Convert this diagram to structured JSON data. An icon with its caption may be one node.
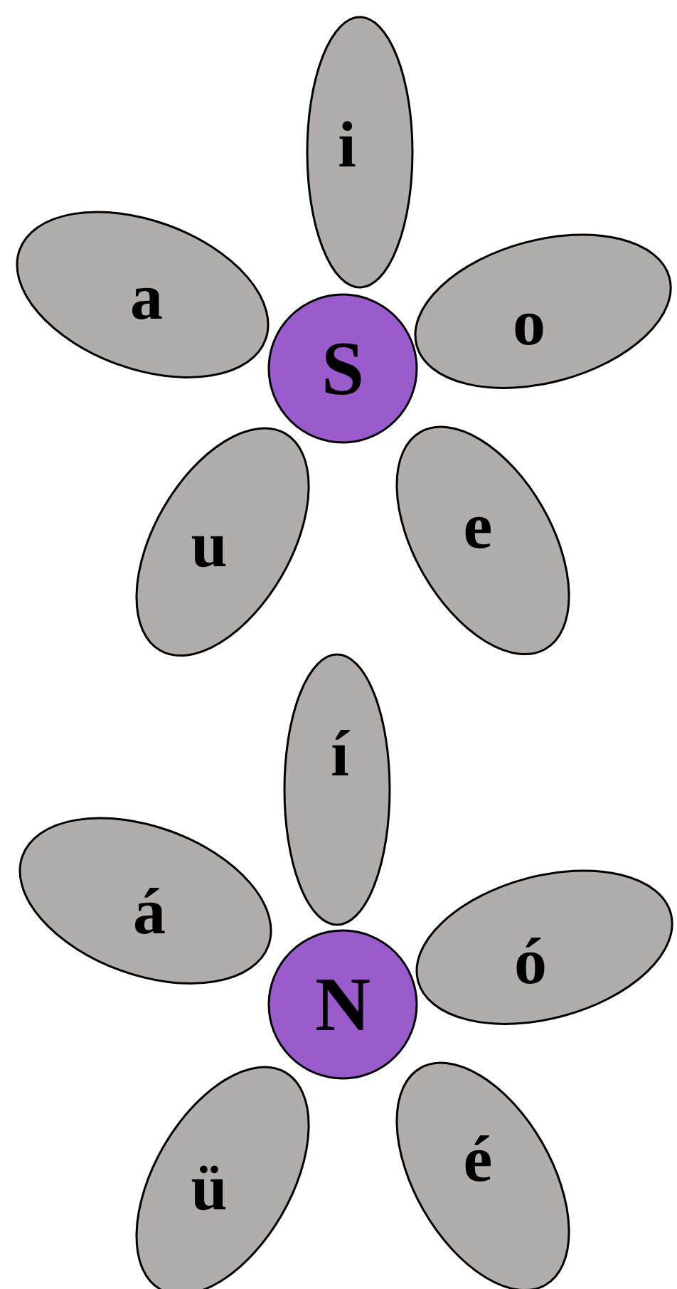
{
  "diagram": {
    "nodes": [
      {
        "text": [
          "i"
        ]
      },
      {
        "text": [
          "a"
        ]
      },
      {
        "text": [
          "o"
        ]
      },
      {
        "text": [
          "S"
        ]
      },
      {
        "text": [
          "u"
        ]
      },
      {
        "text": [
          "e"
        ]
      },
      {
        "text": [
          "í"
        ]
      },
      {
        "text": [
          "á"
        ]
      },
      {
        "text": [
          "ó"
        ]
      },
      {
        "text": [
          "N"
        ]
      },
      {
        "text": [
          "ü"
        ]
      },
      {
        "text": [
          "é"
        ]
      }
    ]
  }
}
